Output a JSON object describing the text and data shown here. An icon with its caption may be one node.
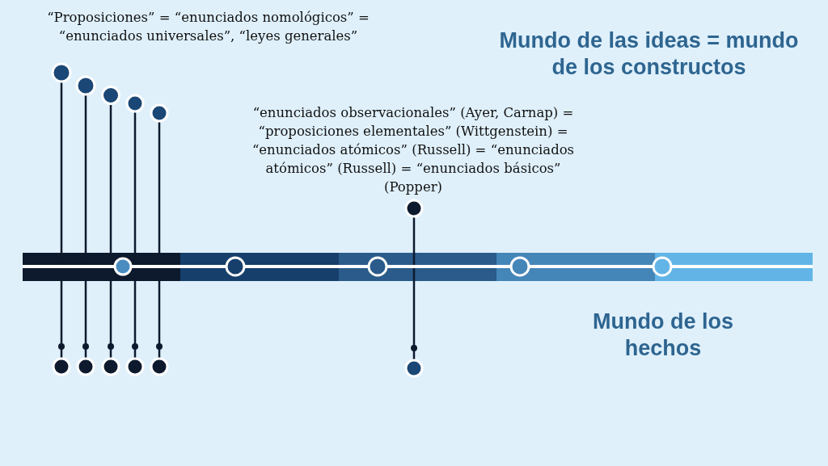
{
  "diagram": {
    "nodes": [
      {
        "text": [],
        "shape": "circle"
      },
      {
        "text": [],
        "shape": "circle"
      },
      {
        "text": [],
        "shape": "circle"
      },
      {
        "text": [],
        "shape": "circle"
      },
      {
        "text": [],
        "shape": "circle"
      },
      {
        "text": [],
        "shape": "circle"
      },
      {
        "text": [],
        "shape": "circle"
      },
      {
        "text": [],
        "shape": "circle"
      },
      {
        "text": [],
        "shape": "circle"
      },
      {
        "text": [],
        "shape": "circle"
      },
      {
        "text": [],
        "shape": "circle"
      },
      {
        "text": [],
        "shape": "circle"
      },
      {
        "text": [],
        "shape": "circle"
      },
      {
        "text": [],
        "shape": "circle"
      },
      {
        "text": [],
        "shape": "circle"
      },
      {
        "text": [],
        "shape": "circle"
      },
      {
        "text": [],
        "shape": "circle"
      }
    ],
    "edges": [
      {
        "from": 0,
        "to": 6,
        "arrow": "other"
      },
      {
        "from": 1,
        "to": 7,
        "arrow": "other"
      },
      {
        "from": 2,
        "to": 8,
        "arrow": "other"
      },
      {
        "from": 3,
        "to": 9,
        "arrow": "other"
      },
      {
        "from": 4,
        "to": 10,
        "arrow": "other"
      },
      {
        "from": 5,
        "to": 11,
        "arrow": "other"
      },
      {
        "from": null,
        "to": 12,
        "arrow": "none",
        "color": "#ffffff"
      },
      {
        "from": 12,
        "to": 13,
        "arrow": "none",
        "color": "#ffffff"
      },
      {
        "from": 13,
        "to": 14,
        "arrow": "none",
        "color": "#ffffff"
      },
      {
        "from": 14,
        "to": 15,
        "arrow": "none",
        "color": "#ffffff"
      },
      {
        "from": 15,
        "to": 16,
        "arrow": "none",
        "color": "#ffffff"
      },
      {
        "from": 16,
        "to": null,
        "arrow": "none",
        "color": "#ffffff"
      }
    ],
    "labels": [
      "“Proposiciones” = “enunciados nomológicos” = “enunciados universales”, “leyes generales”",
      "Mundo de las ideas = mundo de los constructos",
      "“enunciados observacionales” (Ayer, Carnap) = “proposiciones elementales” (Wittgenstein) = “enunciados atómicos” (Russell) = “enunciados atómicos” (Russell) = “enunciados básicos” (Popper)",
      "Mundo de los hechos"
    ]
  }
}
